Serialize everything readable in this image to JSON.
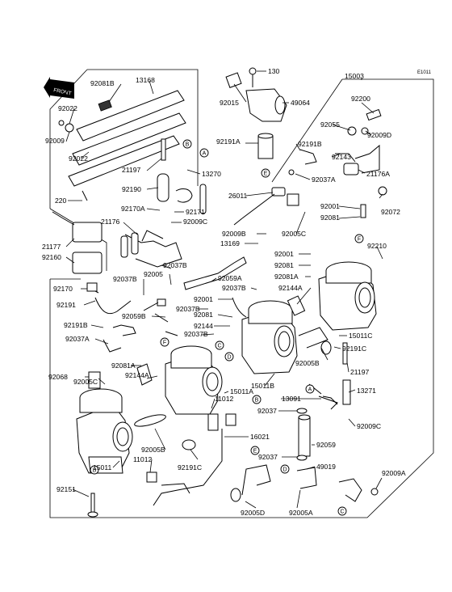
{
  "header": {
    "code": "E1011",
    "front_tag": "FRONT"
  },
  "callouts": [
    {
      "key": "c130",
      "text": "130"
    },
    {
      "key": "c15003",
      "text": "15003"
    },
    {
      "key": "c92081b_top",
      "text": "92081B"
    },
    {
      "key": "c13168",
      "text": "13168"
    },
    {
      "key": "c92015",
      "text": "92015"
    },
    {
      "key": "c49064",
      "text": "49064"
    },
    {
      "key": "c92200",
      "text": "92200"
    },
    {
      "key": "c92022_a",
      "text": "92022"
    },
    {
      "key": "c92055",
      "text": "92055"
    },
    {
      "key": "c92009d",
      "text": "92009D"
    },
    {
      "key": "c92009",
      "text": "92009"
    },
    {
      "key": "c92191a",
      "text": "92191A"
    },
    {
      "key": "c92191b_r",
      "text": "92191B"
    },
    {
      "key": "c92143",
      "text": "92143"
    },
    {
      "key": "c92022_b",
      "text": "92022"
    },
    {
      "key": "c21197_top",
      "text": "21197"
    },
    {
      "key": "c13270",
      "text": "13270"
    },
    {
      "key": "c92037a_r",
      "text": "92037A"
    },
    {
      "key": "c21176a",
      "text": "21176A"
    },
    {
      "key": "c92190",
      "text": "92190"
    },
    {
      "key": "c26011",
      "text": "26011"
    },
    {
      "key": "c220",
      "text": "220"
    },
    {
      "key": "c92170a",
      "text": "92170A"
    },
    {
      "key": "c92171",
      "text": "92171"
    },
    {
      "key": "c92001_r",
      "text": "92001"
    },
    {
      "key": "c92072",
      "text": "92072"
    },
    {
      "key": "c21176",
      "text": "21176"
    },
    {
      "key": "c92009c_top",
      "text": "92009C"
    },
    {
      "key": "c92081_r",
      "text": "92081"
    },
    {
      "key": "c21177",
      "text": "21177"
    },
    {
      "key": "c92009b",
      "text": "92009B"
    },
    {
      "key": "c92005c_top",
      "text": "92005C"
    },
    {
      "key": "c92160",
      "text": "92160"
    },
    {
      "key": "c13169",
      "text": "13169"
    },
    {
      "key": "c92210",
      "text": "92210"
    },
    {
      "key": "c92001_m",
      "text": "92001"
    },
    {
      "key": "c92037b_a",
      "text": "92037B"
    },
    {
      "key": "c92081_m",
      "text": "92081"
    },
    {
      "key": "c92005",
      "text": "92005"
    },
    {
      "key": "c92081a_m",
      "text": "92081A"
    },
    {
      "key": "c92037b_b",
      "text": "92037B"
    },
    {
      "key": "c92059a",
      "text": "92059A"
    },
    {
      "key": "c92170",
      "text": "92170"
    },
    {
      "key": "c92037b_c",
      "text": "92037B"
    },
    {
      "key": "c92144a_r",
      "text": "92144A"
    },
    {
      "key": "c92001_c",
      "text": "92001"
    },
    {
      "key": "c92191",
      "text": "92191"
    },
    {
      "key": "c92037b_d",
      "text": "92037B"
    },
    {
      "key": "c92059b",
      "text": "92059B"
    },
    {
      "key": "c92081_c",
      "text": "92081"
    },
    {
      "key": "c92191b_l",
      "text": "92191B"
    },
    {
      "key": "c92144",
      "text": "92144"
    },
    {
      "key": "c92037b_e",
      "text": "92037B"
    },
    {
      "key": "c15011c",
      "text": "15011C"
    },
    {
      "key": "c92037a_l",
      "text": "92037A"
    },
    {
      "key": "c92191c_r",
      "text": "92191C"
    },
    {
      "key": "c92081a_l",
      "text": "92081A"
    },
    {
      "key": "c92005b_r",
      "text": "92005B"
    },
    {
      "key": "c92068",
      "text": "92068"
    },
    {
      "key": "c92144a_l",
      "text": "92144A"
    },
    {
      "key": "c21197_r",
      "text": "21197"
    },
    {
      "key": "c92005c_l",
      "text": "92005C"
    },
    {
      "key": "c15011b",
      "text": "15011B"
    },
    {
      "key": "c15011a",
      "text": "15011A"
    },
    {
      "key": "c13271",
      "text": "13271"
    },
    {
      "key": "c13091",
      "text": "13091"
    },
    {
      "key": "c11012_a",
      "text": "11012"
    },
    {
      "key": "c92037_a",
      "text": "92037"
    },
    {
      "key": "c92009c_r",
      "text": "92009C"
    },
    {
      "key": "c16021",
      "text": "16021"
    },
    {
      "key": "c92005b_l",
      "text": "92005B"
    },
    {
      "key": "c92059",
      "text": "92059"
    },
    {
      "key": "c15011",
      "text": "15011"
    },
    {
      "key": "c11012_b",
      "text": "11012"
    },
    {
      "key": "c92191c_l",
      "text": "92191C"
    },
    {
      "key": "c92037_b",
      "text": "92037"
    },
    {
      "key": "c49019",
      "text": "49019"
    },
    {
      "key": "c92151",
      "text": "92151"
    },
    {
      "key": "c92009a",
      "text": "92009A"
    },
    {
      "key": "c92005d",
      "text": "92005D"
    },
    {
      "key": "c92005a",
      "text": "92005A"
    }
  ],
  "symbols": [
    {
      "key": "sB1",
      "text": "B"
    },
    {
      "key": "sA1",
      "text": "A"
    },
    {
      "key": "sE1",
      "text": "E"
    },
    {
      "key": "sF1",
      "text": "F"
    },
    {
      "key": "sC1",
      "text": "C"
    },
    {
      "key": "sD1",
      "text": "D"
    },
    {
      "key": "sF2",
      "text": "F"
    },
    {
      "key": "sB2",
      "text": "B"
    },
    {
      "key": "sA2",
      "text": "A"
    },
    {
      "key": "sB3",
      "text": "B"
    },
    {
      "key": "sE2",
      "text": "E"
    },
    {
      "key": "sD2",
      "text": "D"
    },
    {
      "key": "sC2",
      "text": "C"
    }
  ]
}
